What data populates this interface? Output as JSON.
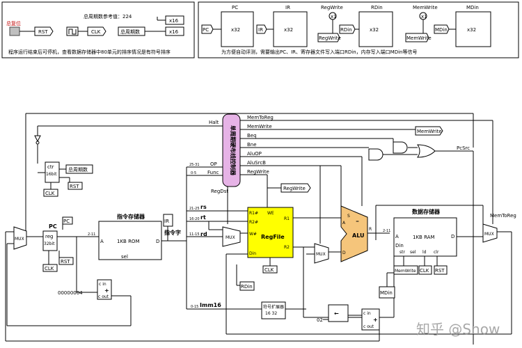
{
  "panel_left": {
    "reset_label": "总复位",
    "rst_pin": "RST",
    "clk_pin": "CLK",
    "cycle_ref": "总周期数参考值：224",
    "cycle_label": "总周期数",
    "x16_a": "x16",
    "x16_b": "x16",
    "note": "程序运行结束后可停机，查看数据存储器中80单元的排序情况是有符号排序"
  },
  "panel_right": {
    "pc": "PC",
    "ir": "IR",
    "regwrite": "RegWrite",
    "rdin": "RDin",
    "memwrite": "MemWrite",
    "mdin": "MDin",
    "x32": "x32",
    "note": "为方便自动评测，需要输出PC、IR、寄存器文件写入端口RDin，内存写入端口MDin等信号"
  },
  "controller": {
    "label": "单周期硬布线控制器"
  },
  "signals": {
    "halt": "Halt",
    "memtoreg": "MemToReg",
    "memwrite": "MemWrite",
    "beq": "Beq",
    "bne": "Bne",
    "aluop": "AluOP",
    "alusrcb": "AluSrcB",
    "regwrite": "RegWrite",
    "op": "OP",
    "func": "Func",
    "regdst": "RegDst",
    "pcsrc": "PcSrc",
    "memtoreg_r": "MemToReg"
  },
  "blocks": {
    "ctr": "ctr",
    "ctr_bits": "16bit",
    "total_cycles": "总周期数",
    "clk": "CLK",
    "rst": "RST",
    "pc": "PC",
    "reg": "reg",
    "reg_bits": "32bit",
    "pc_tag": "PC",
    "imem_title": "指令存储器",
    "rom": "1KB ROM",
    "a": "A",
    "d": "D",
    "sel": "sel",
    "ir_tag": "IR",
    "instr": "指令字",
    "regfile": "RegFile",
    "r1n": "R1#",
    "r2n": "R2#",
    "we": "WE",
    "wn": "W#",
    "r1": "R1",
    "r2": "R2",
    "din": "Din",
    "alu": "ALU",
    "s": "S",
    "eq": "=",
    "dmem_title": "数据存储器",
    "ram": "1KB RAM",
    "str": "str",
    "ld": "ld",
    "clr": "clr",
    "r": "R",
    "mux": "MUX",
    "const4": "00000004",
    "cin": "c in",
    "cout": "c out",
    "plus": "+",
    "sext": "符号扩展器",
    "sext_bits": "16 32",
    "c02": "02",
    "shift": "←",
    "rs": "rs",
    "rt": "rt",
    "rd": "rd",
    "imm16": "Imm16",
    "rdin_tag": "RDin",
    "mdin_tag": "MDin",
    "regwrite_tag": "RegWrite",
    "memwrite_tag": "MemWrite",
    "memwrite_tag2": "MemWrite",
    "b_2531": "25-31",
    "b_05": "0-5",
    "b_2125": "21-25",
    "b_1620": "16-20",
    "b_1115": "11-15",
    "b_015": "0-15",
    "b_211": "2-11",
    "b_211b": "2-11"
  },
  "watermark": "知乎 @Snow"
}
